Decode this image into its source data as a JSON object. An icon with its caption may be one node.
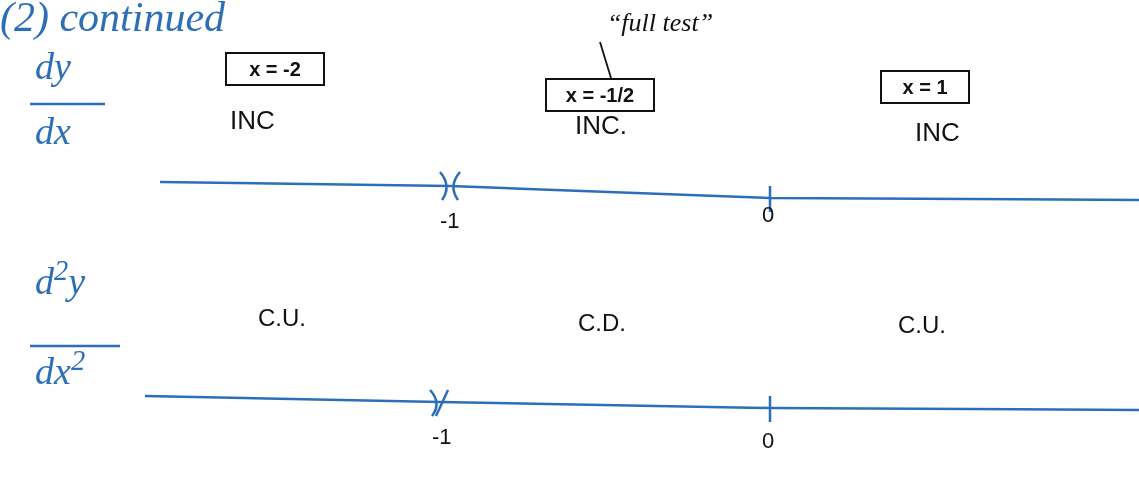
{
  "diagram": {
    "title": "(2) continued",
    "nodes": [
      {
        "text": [
          "x = -2"
        ]
      },
      {
        "text": [
          "“full test”"
        ]
      },
      {
        "text": [
          "x = -1/2"
        ]
      },
      {
        "text": [
          "x = 1"
        ]
      }
    ],
    "edges": [
      {
        "from": 1,
        "to": 2,
        "arrow": "none"
      }
    ],
    "labels": [
      "dy",
      "dx",
      "INC",
      "INC.",
      "INC",
      "-1",
      "0",
      "d$^{2}$y",
      "dx$^{2}$",
      "C.U.",
      "C.D.",
      "C.U.",
      "-1",
      "0"
    ]
  }
}
